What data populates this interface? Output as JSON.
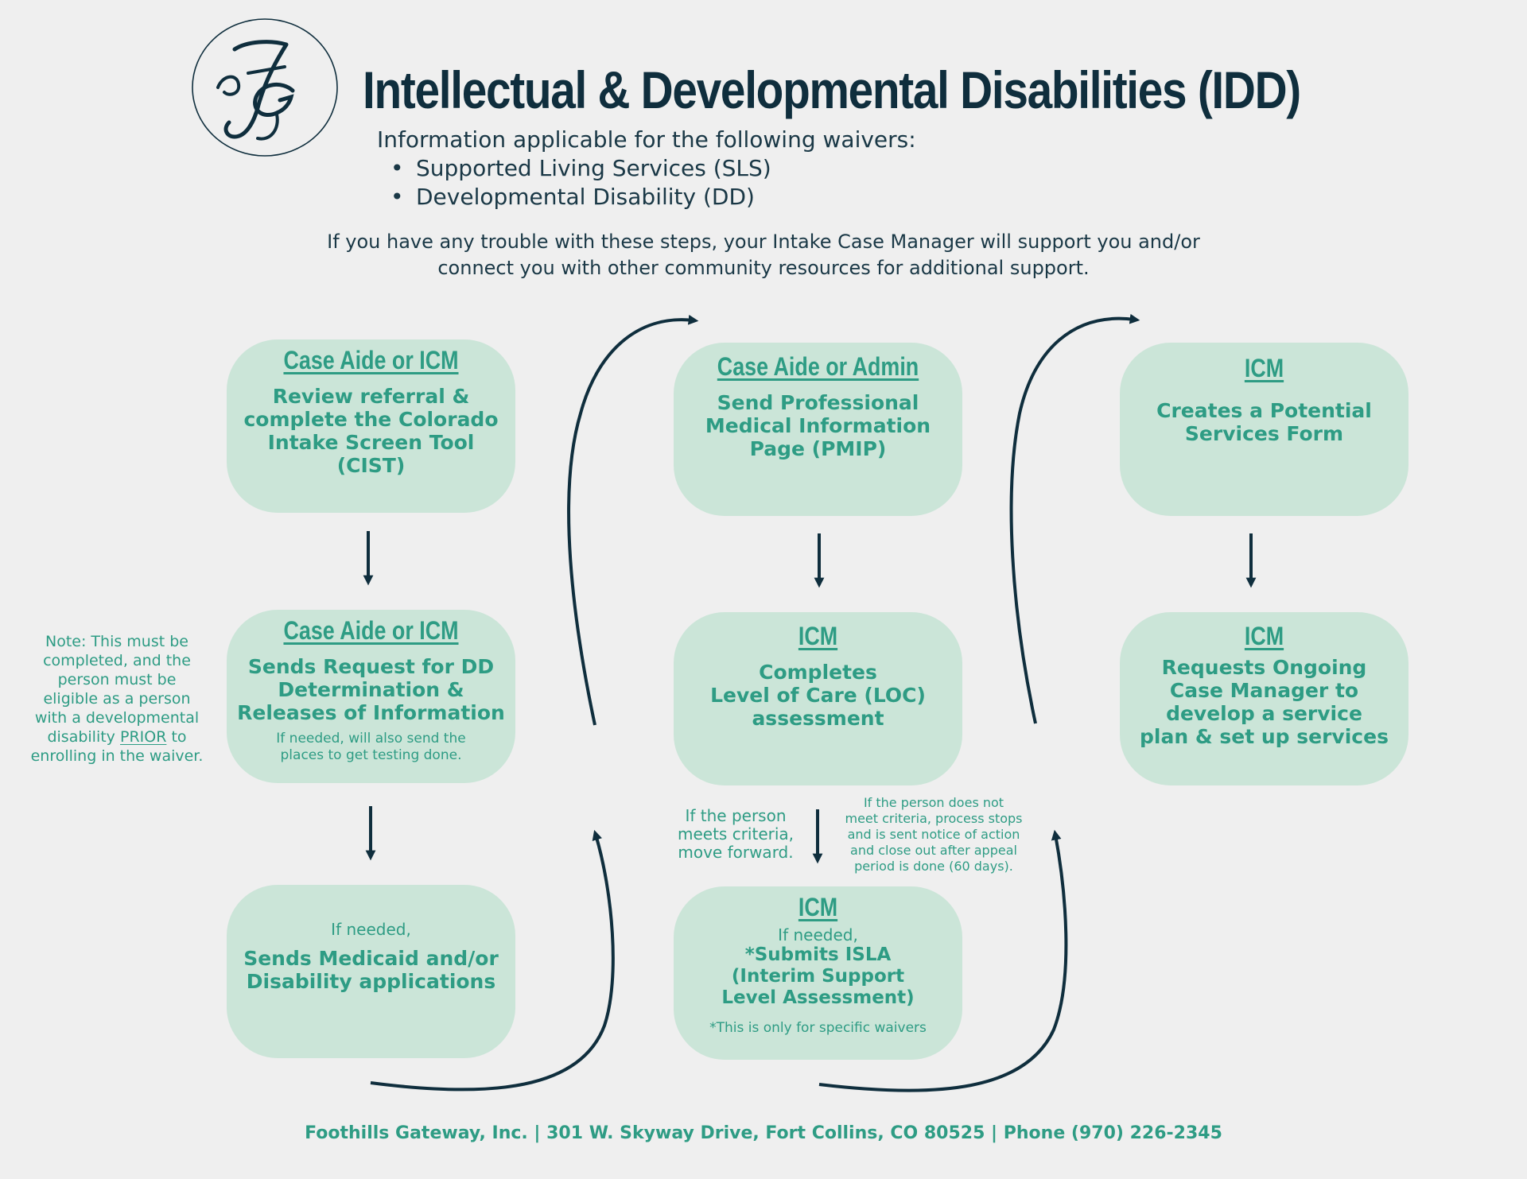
{
  "header": {
    "logo_monogram": "FG",
    "title": "Intellectual & Developmental Disabilities (IDD)",
    "intro": "Information applicable for the following waivers:",
    "waivers": [
      "Supported Living Services (SLS)",
      "Developmental Disability (DD)"
    ],
    "trouble_line1": "If you have any trouble with these steps, your Intake Case Manager will support you and/or",
    "trouble_line2": "connect you with other community resources for additional support."
  },
  "steps": {
    "s1": {
      "role": "Case Aide or ICM",
      "main": [
        "Review referral &",
        "complete the Colorado",
        "Intake Screen Tool (CIST)"
      ]
    },
    "s2": {
      "role": "Case Aide or ICM",
      "main": [
        "Sends Request for DD",
        "Determination &",
        "Releases of Information"
      ],
      "sub": [
        "If needed, will also send the",
        "places to get testing done."
      ]
    },
    "s3": {
      "pre": "If needed,",
      "main": [
        "Sends Medicaid and/or",
        "Disability applications"
      ]
    },
    "s4": {
      "role": "Case Aide or Admin",
      "main": [
        "Send Professional",
        "Medical Information",
        "Page (PMIP)"
      ]
    },
    "s5": {
      "role": "ICM",
      "main": [
        "Completes",
        "Level of Care (LOC)",
        "assessment"
      ]
    },
    "s6": {
      "role": "ICM",
      "pre": "If needed,",
      "main": [
        "*Submits ISLA",
        "(Interim Support",
        "Level Assessment)"
      ],
      "sub": [
        "*This is only for specific waivers"
      ]
    },
    "s7": {
      "role": "ICM",
      "main": [
        "Creates a Potential",
        "Services Form"
      ]
    },
    "s8": {
      "role": "ICM",
      "main": [
        "Requests Ongoing",
        "Case Manager to",
        "develop a service",
        "plan & set up services"
      ]
    }
  },
  "note": {
    "lines_before": [
      "Note: This must be",
      "completed, and the",
      "person must be",
      "eligible as a person",
      "with a developmental"
    ],
    "word_disability": "disability",
    "word_prior": "PRIOR",
    "word_to": "to",
    "last_line": "enrolling in the waiver."
  },
  "branch_yes": [
    "If the person",
    "meets criteria,",
    "move forward."
  ],
  "branch_no": [
    "If the person does not",
    "meet criteria, process stops",
    "and is sent notice of action",
    "and close out after appeal",
    "period is done (60 days)."
  ],
  "footer": "Foothills Gateway, Inc. | 301 W. Skyway Drive, Fort Collins, CO 80525 | Phone (970) 226-2345",
  "colors": {
    "box": "#cbe5d8",
    "accent": "#2e9c84",
    "dark": "#0f2e3d",
    "background": "#efefef"
  }
}
